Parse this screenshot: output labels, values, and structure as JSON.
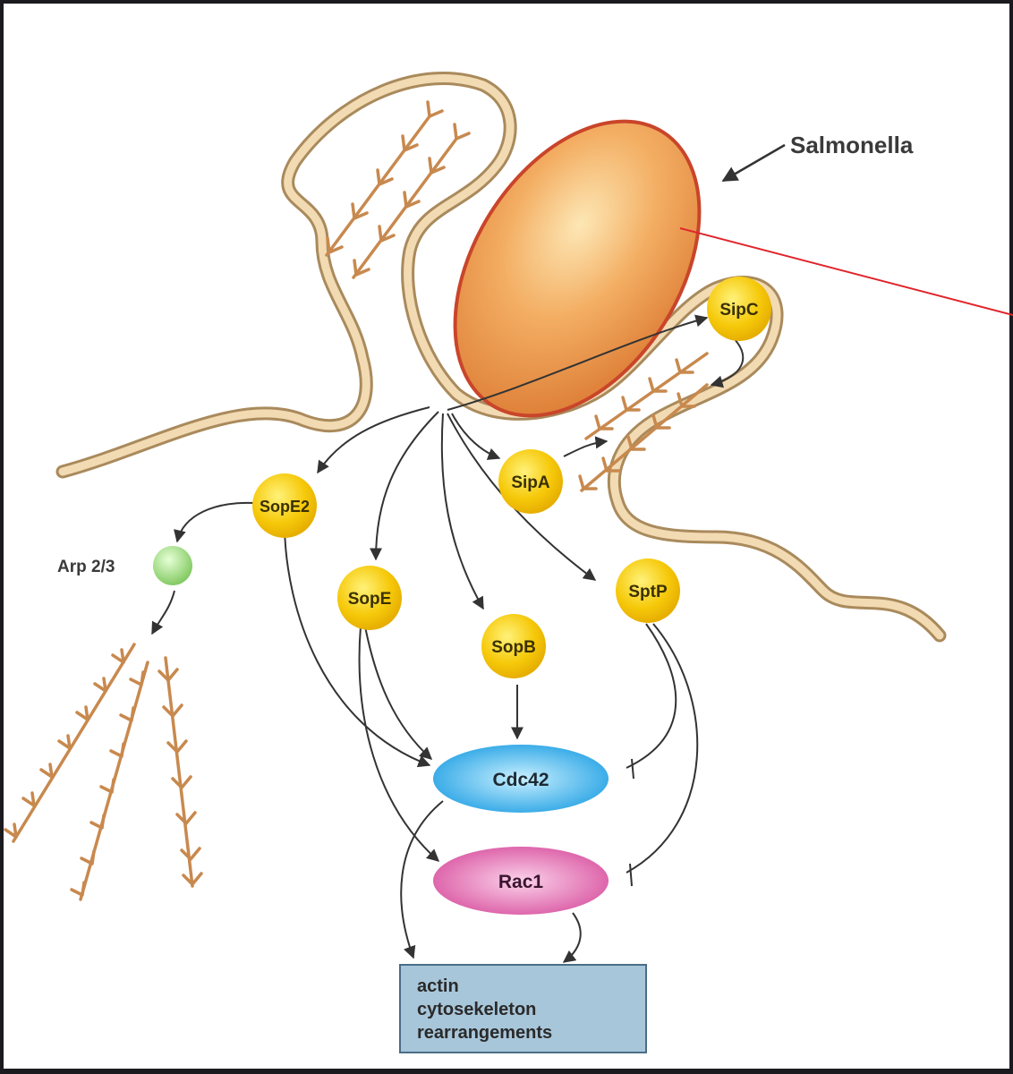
{
  "labels": {
    "salmonella": "Salmonella",
    "arp": "Arp 2/3",
    "sipc": "SipC",
    "sipa": "SipA",
    "sope2": "SopE2",
    "sope": "SopE",
    "sopb": "SopB",
    "sptp": "SptP",
    "cdc42": "Cdc42",
    "rac1": "Rac1",
    "outcome_line1": "actin",
    "outcome_line2": "cytosekeleton",
    "outcome_line3": "rearrangements"
  },
  "colors": {
    "effector": "#f4c400",
    "arp": "#8ed46a",
    "cdc42": "#23a5e6",
    "rac1": "#df5aa8",
    "outcome_box": "#a8c6da",
    "bacterium": "#eb8d3c",
    "membrane": "#e9c99a",
    "actin": "#c8894e",
    "pointer_line": "#e0242a"
  }
}
